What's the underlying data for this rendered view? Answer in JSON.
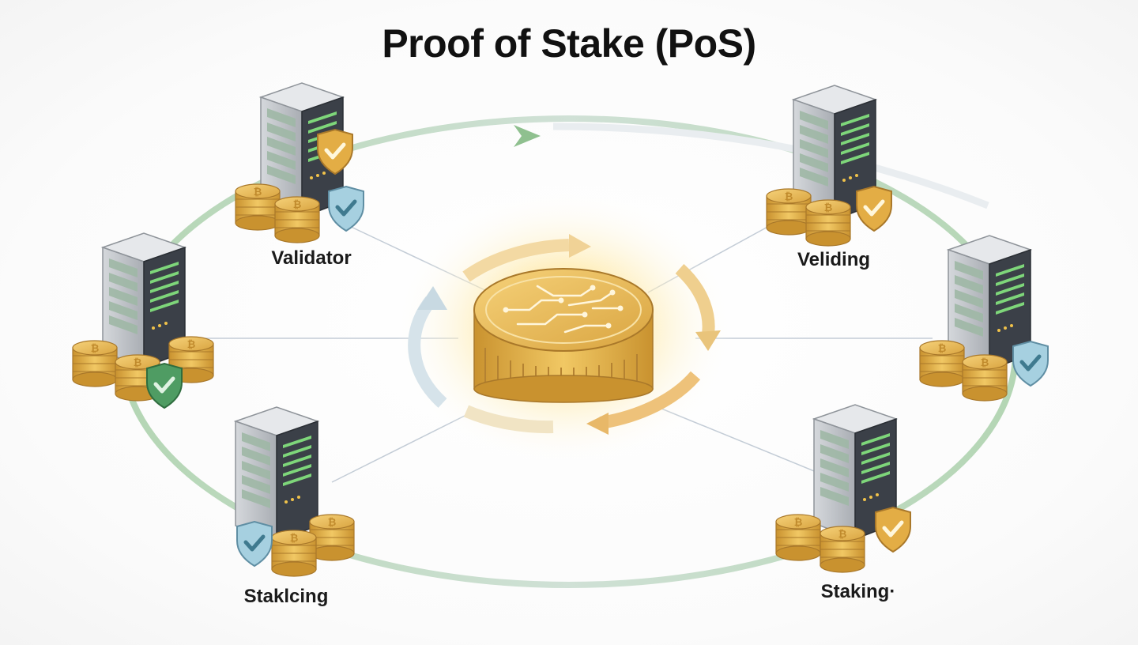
{
  "title": "Proof of Stake (PoS)",
  "nodes": [
    {
      "id": "top-left",
      "label": "Validator"
    },
    {
      "id": "top-right",
      "label": "Veliding"
    },
    {
      "id": "left",
      "label": ""
    },
    {
      "id": "right",
      "label": ""
    },
    {
      "id": "bottom-left",
      "label": "Staklcing"
    },
    {
      "id": "bottom-right",
      "label": "Staking·"
    }
  ],
  "colors": {
    "ring": "#a9cfa8",
    "ring_fade": "#dfe6ec",
    "coin_gold": "#e8b94a",
    "coin_dark": "#b9872a",
    "server_body": "#b9bcc2",
    "server_dark": "#3a3f47",
    "server_led": "#7ed67a",
    "shield_gold": "#e3ad45",
    "shield_blue": "#9cc9dc",
    "shield_green": "#4d9a5e"
  },
  "icons": [
    "server-icon",
    "coin-stack-icon",
    "shield-check-icon",
    "central-coin-icon",
    "cycle-arrow-icon"
  ]
}
